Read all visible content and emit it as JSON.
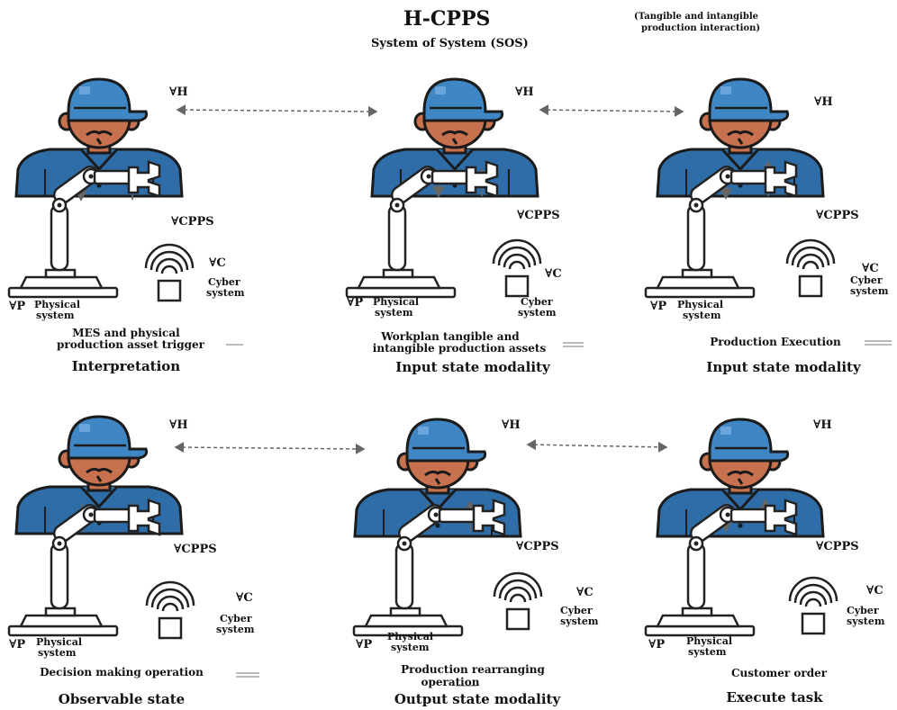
{
  "header": {
    "title": "H-CPPS",
    "subtitle": "System of System (SOS)",
    "note_line1": "(Tangible and intangible",
    "note_line2": "production interaction)"
  },
  "symbols": {
    "human": "∀H",
    "cpps": "∀CPPS",
    "cyber": "∀C",
    "physical": "∀P",
    "cyber_label_line1": "Cyber",
    "cyber_label_line2": "system",
    "physical_label_line1": "Physical",
    "physical_label_line2": "system"
  },
  "panels": [
    {
      "caption_line1": "MES and physical",
      "caption_line2": "production  asset trigger",
      "heading": "Interpretation"
    },
    {
      "caption_line1": "Workplan tangible and",
      "caption_line2": "intangible production assets",
      "heading": "Input state modality"
    },
    {
      "caption_line1": "Production Execution",
      "caption_line2": "",
      "heading": "Input state modality"
    },
    {
      "caption_line1": "Decision making operation",
      "caption_line2": "",
      "heading": "Observable state"
    },
    {
      "caption_line1": "Production rearranging",
      "caption_line2": "operation",
      "heading": "Output state modality"
    },
    {
      "caption_line1": "Customer order",
      "caption_line2": "",
      "heading": "Execute task"
    }
  ],
  "colors": {
    "cap": "#3f86c4",
    "shirt": "#2f6da8",
    "skin": "#c7714e",
    "outline": "#1b1b1b"
  }
}
